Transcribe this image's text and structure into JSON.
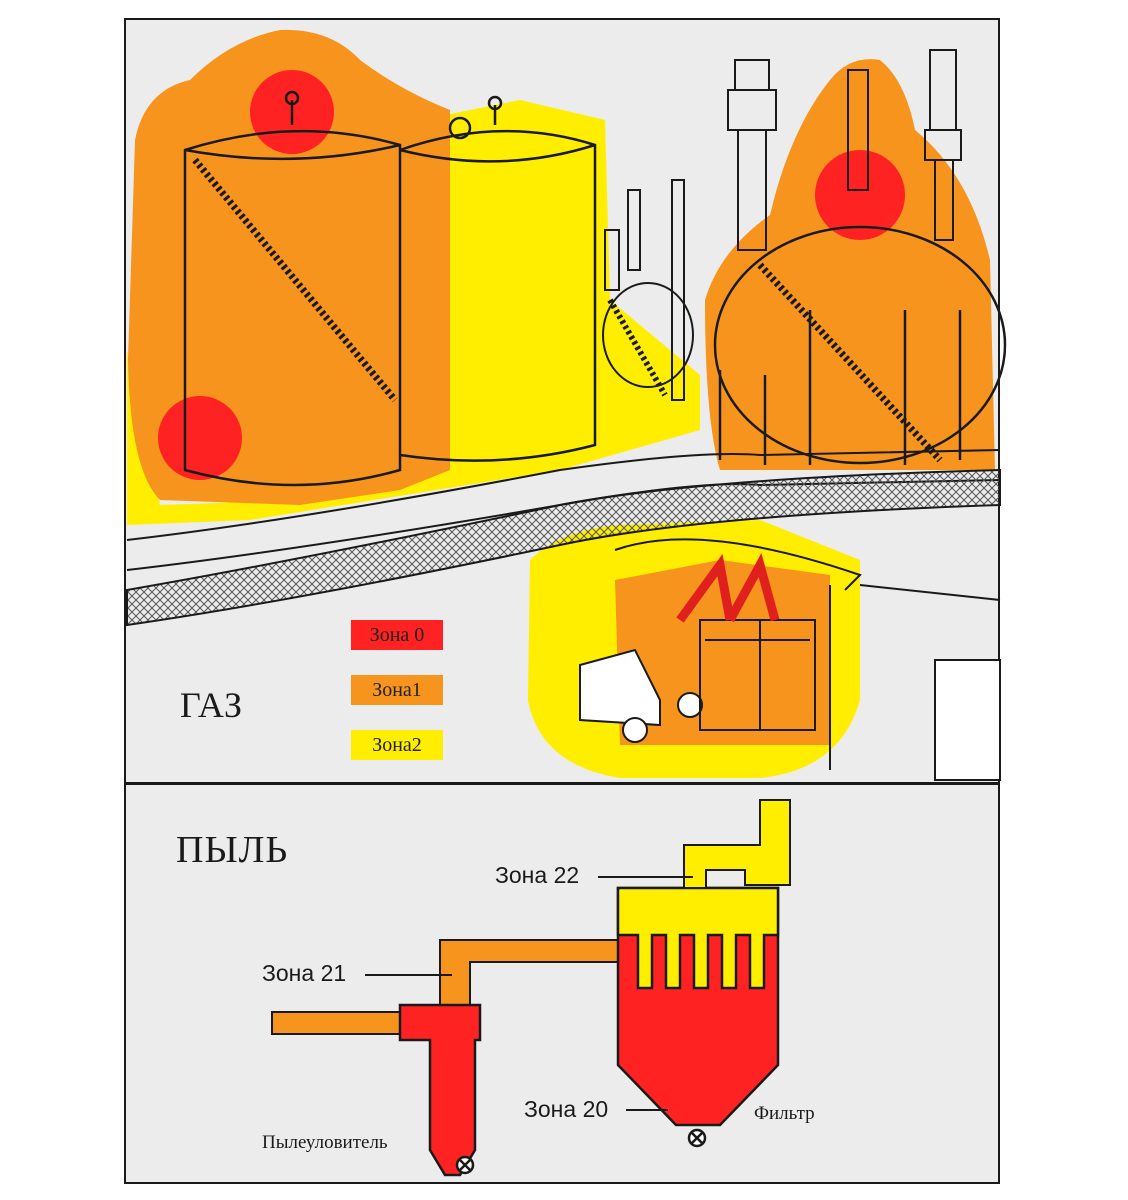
{
  "gas_section": {
    "title": "ГАЗ",
    "legend": [
      {
        "label": "Зона 0",
        "color": "#ff2222"
      },
      {
        "label": "Зона1",
        "color": "#f7941d"
      },
      {
        "label": "Зона2",
        "color": "#ffee00"
      }
    ]
  },
  "dust_section": {
    "title": "ПЫЛЬ",
    "zones": {
      "zone20": "Зона 20",
      "zone21": "Зона 21",
      "zone22": "Зона 22"
    },
    "captions": {
      "dust_collector": "Пылеуловитель",
      "filter": "Фильтр"
    }
  },
  "colors": {
    "zone0": "#ff2222",
    "zone1": "#f7941d",
    "zone2": "#ffee00",
    "ground": "#ececec",
    "outline": "#1a1a1a"
  }
}
